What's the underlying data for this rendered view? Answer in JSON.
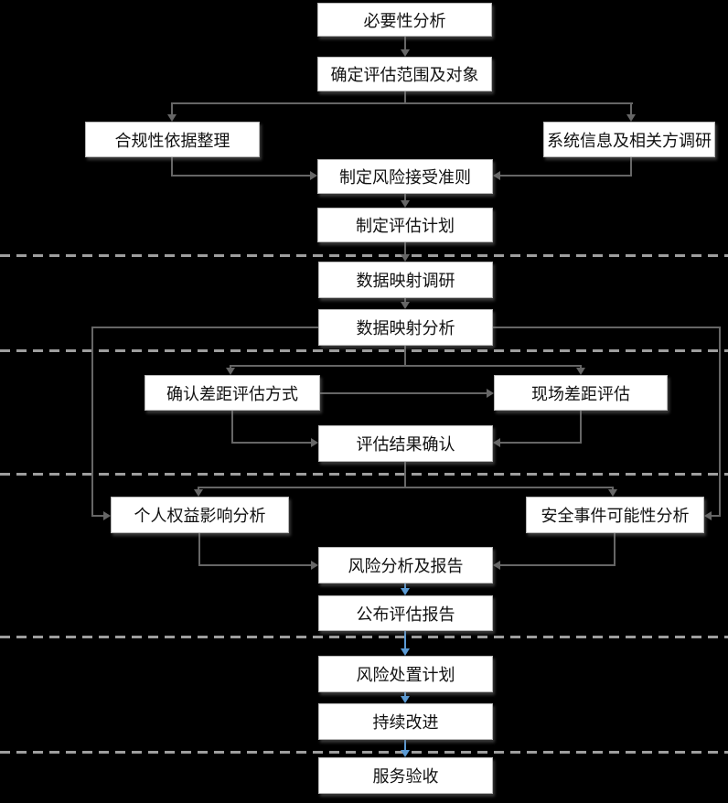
{
  "diagram": {
    "type": "flowchart",
    "background": "#000000",
    "colors": {
      "node_fill": "#ffffff",
      "node_border": "#b7b7b7",
      "node_text": "#111111",
      "connector_gray": "#666666",
      "connector_blue": "#5b9bd5",
      "divider": "#9e9e9e"
    },
    "dividers": {
      "count": 5,
      "style": "dashed"
    },
    "nodes": [
      {
        "id": "necessity-analysis",
        "label": "必要性分析"
      },
      {
        "id": "determine-scope",
        "label": "确定评估范围及对象"
      },
      {
        "id": "compliance-basis",
        "label": "合规性依据整理"
      },
      {
        "id": "system-info-survey",
        "label": "系统信息及相关方调研"
      },
      {
        "id": "risk-acceptance-criteria",
        "label": "制定风险接受准则"
      },
      {
        "id": "assessment-plan",
        "label": "制定评估计划"
      },
      {
        "id": "data-mapping-survey",
        "label": "数据映射调研"
      },
      {
        "id": "data-mapping-analysis",
        "label": "数据映射分析"
      },
      {
        "id": "gap-assessment-method",
        "label": "确认差距评估方式"
      },
      {
        "id": "onsite-gap-assessment",
        "label": "现场差距评估"
      },
      {
        "id": "result-confirmation",
        "label": "评估结果确认"
      },
      {
        "id": "personal-rights-impact",
        "label": "个人权益影响分析"
      },
      {
        "id": "security-incident-likelihood",
        "label": "安全事件可能性分析"
      },
      {
        "id": "risk-analysis-report",
        "label": "风险分析及报告"
      },
      {
        "id": "publish-report",
        "label": "公布评估报告"
      },
      {
        "id": "risk-treatment-plan",
        "label": "风险处置计划"
      },
      {
        "id": "continuous-improvement",
        "label": "持续改进"
      },
      {
        "id": "service-acceptance",
        "label": "服务验收"
      }
    ],
    "edges": [
      {
        "from": "necessity-analysis",
        "to": "determine-scope",
        "color": "gray"
      },
      {
        "from": "determine-scope",
        "to": "compliance-basis",
        "color": "gray"
      },
      {
        "from": "determine-scope",
        "to": "system-info-survey",
        "color": "gray"
      },
      {
        "from": "compliance-basis",
        "to": "risk-acceptance-criteria",
        "color": "gray"
      },
      {
        "from": "system-info-survey",
        "to": "risk-acceptance-criteria",
        "color": "gray"
      },
      {
        "from": "risk-acceptance-criteria",
        "to": "assessment-plan",
        "color": "gray"
      },
      {
        "from": "assessment-plan",
        "to": "data-mapping-survey",
        "color": "gray"
      },
      {
        "from": "data-mapping-survey",
        "to": "data-mapping-analysis",
        "color": "gray"
      },
      {
        "from": "data-mapping-analysis",
        "to": "gap-assessment-method",
        "color": "gray"
      },
      {
        "from": "data-mapping-analysis",
        "to": "onsite-gap-assessment",
        "color": "gray"
      },
      {
        "from": "gap-assessment-method",
        "to": "onsite-gap-assessment",
        "color": "gray"
      },
      {
        "from": "gap-assessment-method",
        "to": "result-confirmation",
        "color": "gray"
      },
      {
        "from": "onsite-gap-assessment",
        "to": "result-confirmation",
        "color": "gray"
      },
      {
        "from": "result-confirmation",
        "to": "personal-rights-impact",
        "color": "gray"
      },
      {
        "from": "result-confirmation",
        "to": "security-incident-likelihood",
        "color": "gray"
      },
      {
        "from": "data-mapping-analysis",
        "to": "personal-rights-impact",
        "color": "gray"
      },
      {
        "from": "data-mapping-analysis",
        "to": "security-incident-likelihood",
        "color": "gray"
      },
      {
        "from": "personal-rights-impact",
        "to": "risk-analysis-report",
        "color": "gray"
      },
      {
        "from": "security-incident-likelihood",
        "to": "risk-analysis-report",
        "color": "gray"
      },
      {
        "from": "risk-analysis-report",
        "to": "publish-report",
        "color": "blue"
      },
      {
        "from": "publish-report",
        "to": "risk-treatment-plan",
        "color": "blue"
      },
      {
        "from": "risk-treatment-plan",
        "to": "continuous-improvement",
        "color": "blue"
      },
      {
        "from": "continuous-improvement",
        "to": "service-acceptance",
        "color": "blue"
      }
    ]
  }
}
